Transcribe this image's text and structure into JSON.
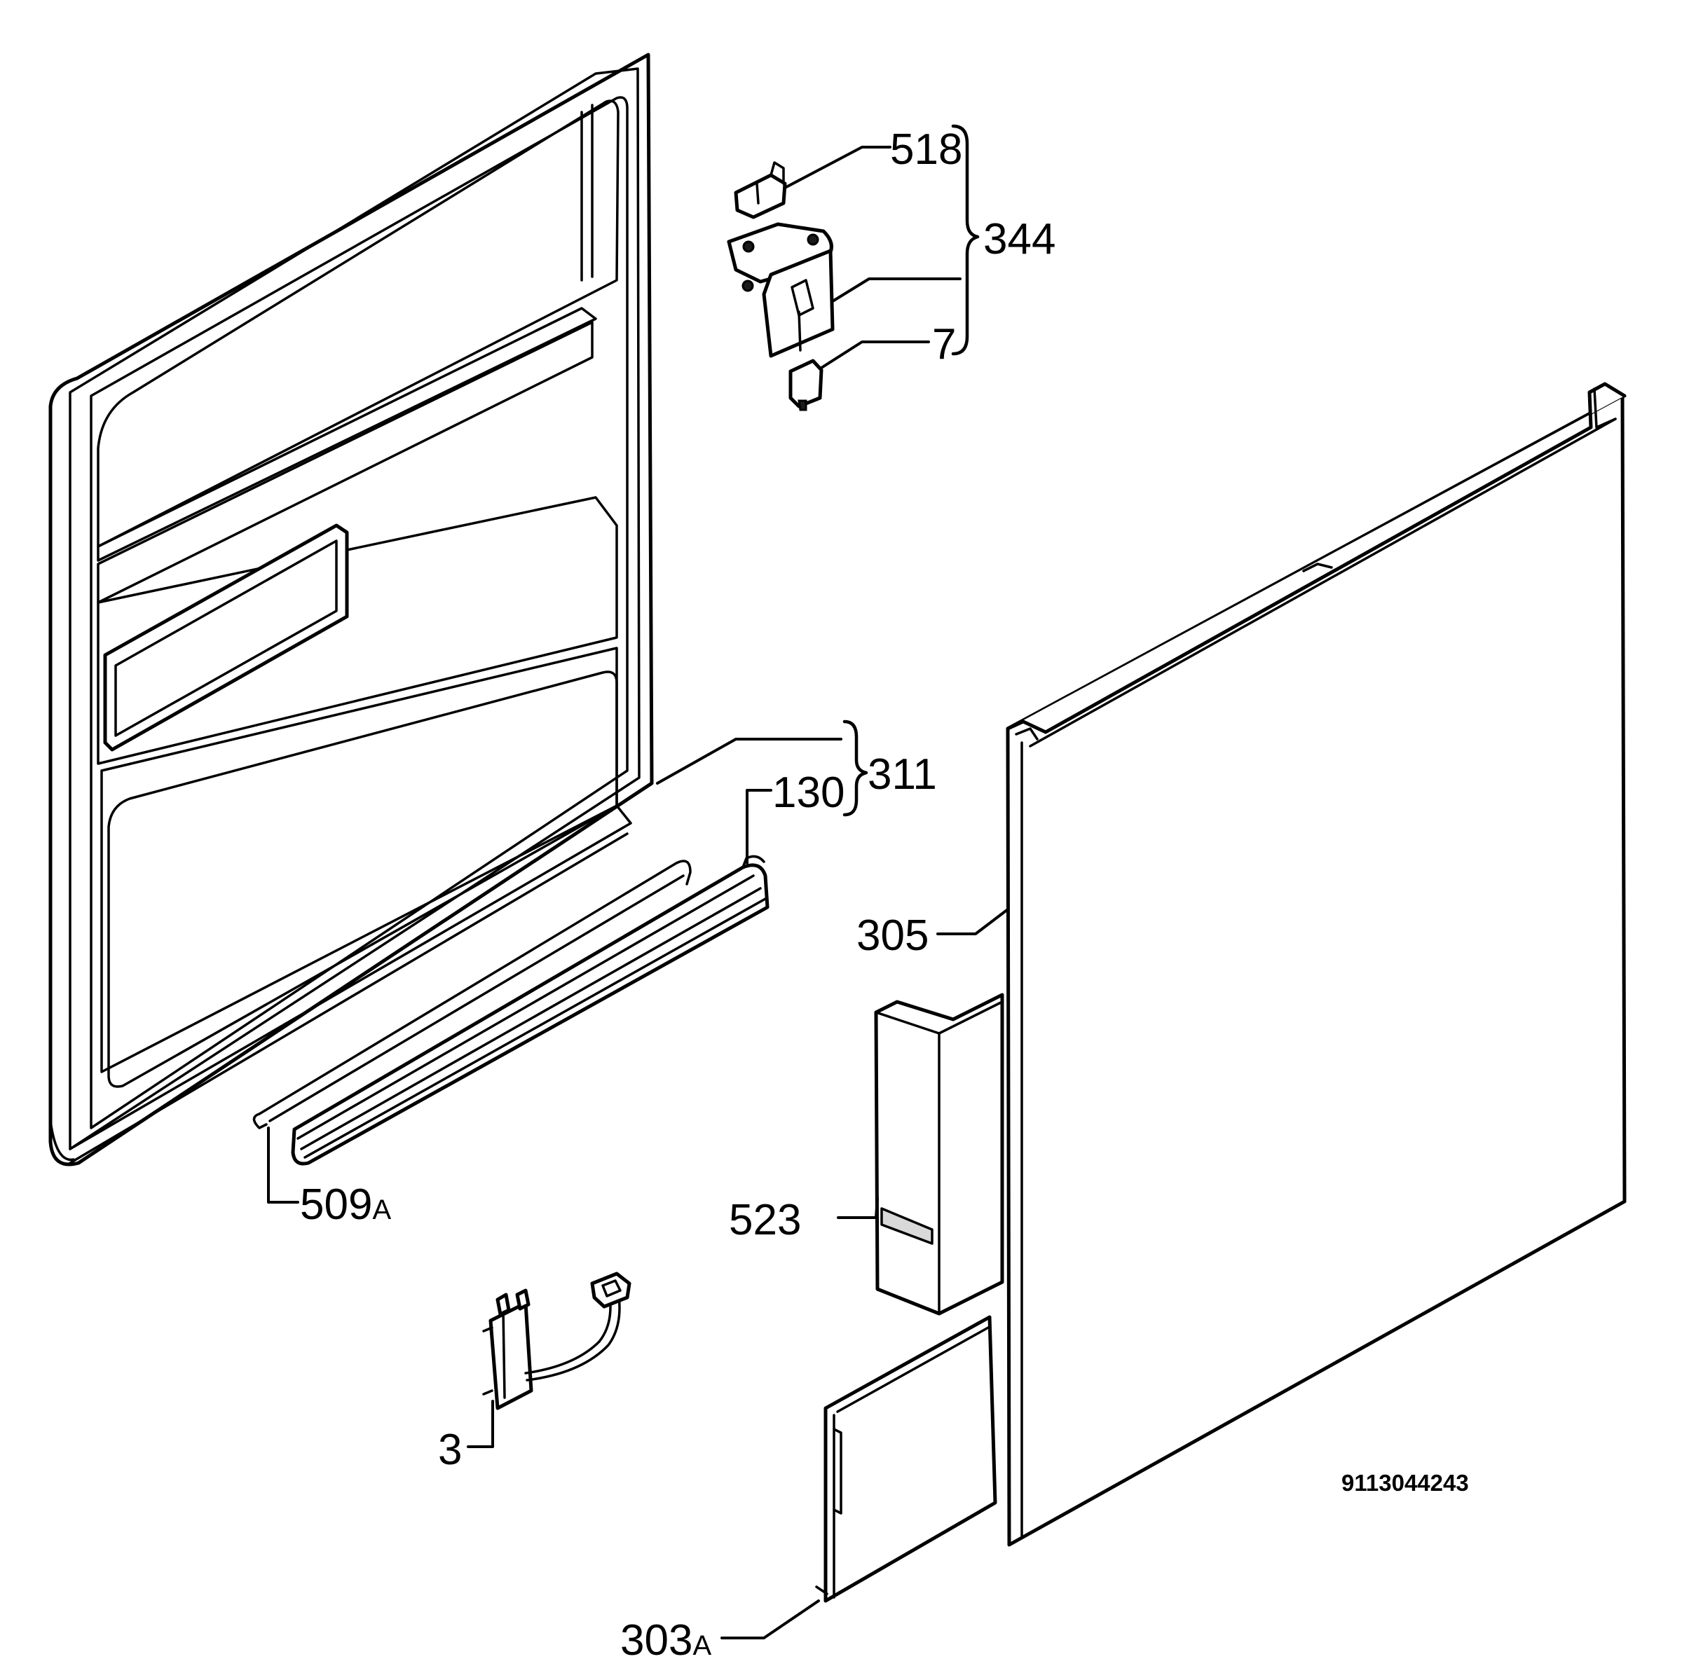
{
  "diagram": {
    "callouts": {
      "c518": "518",
      "c344": "344",
      "c7": "7",
      "c311": "311",
      "c130": "130",
      "c305": "305",
      "c509": "509",
      "c509_suffix": "A",
      "c523": "523",
      "c3": "3",
      "c303": "303",
      "c303_suffix": "A"
    },
    "document_id": "9113044243"
  }
}
